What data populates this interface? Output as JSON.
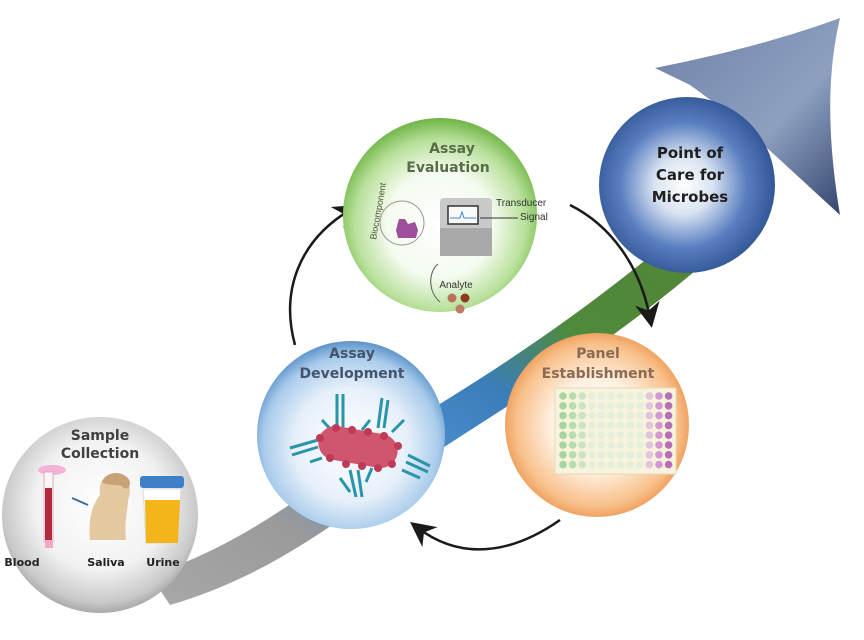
{
  "title": "Point of care diagnostic development workflow for microbes",
  "stages": {
    "sample_collection": {
      "title_line1": "Sample",
      "title_line2": "Collection",
      "items": [
        "Blood",
        "Saliva",
        "Urine"
      ]
    },
    "assay_development": {
      "title_line1": "Assay",
      "title_line2": "Development"
    },
    "assay_evaluation": {
      "title_line1": "Assay",
      "title_line2": "Evaluation",
      "labels": {
        "biocomponent": "Biocomponent",
        "transducer": "Transducer",
        "signal": "Signal",
        "analyte": "Analyte"
      }
    },
    "panel_establishment": {
      "title_line1": "Panel",
      "title_line2": "Establishment"
    },
    "point_of_care": {
      "title_line1": "Point of",
      "title_line2": "Care for",
      "title_line3": "Microbes"
    }
  },
  "colors": {
    "sample_collection": "#c8c8c8",
    "assay_development": "#5b9bd5",
    "assay_evaluation": "#70ad47",
    "panel_establishment": "#f4a460",
    "point_of_care": "#2f5597",
    "arrow_band_start": "#9e9e9e",
    "arrow_band_mid": "#3c7fc0",
    "arrow_band_end": "#548235",
    "arrow_head": "#4a5e85"
  }
}
